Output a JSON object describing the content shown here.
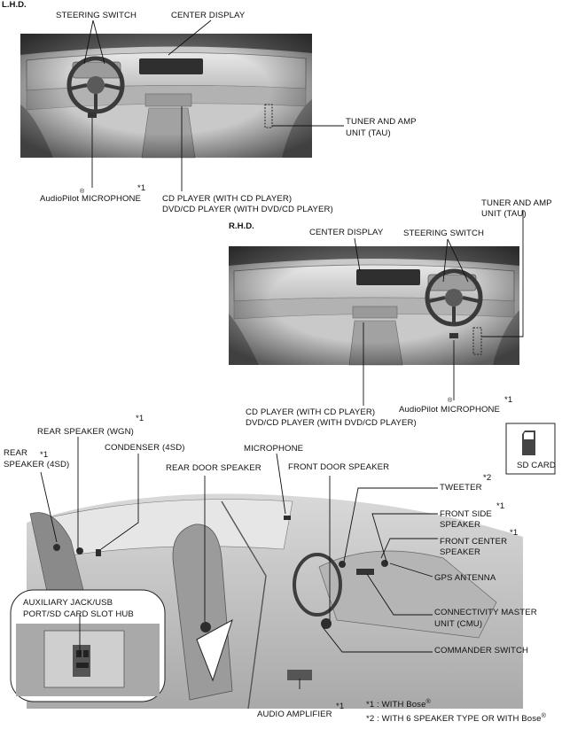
{
  "sections": {
    "lhd": "L.H.D.",
    "rhd": "R.H.D."
  },
  "labels": {
    "lhd_steering_switch": "STEERING SWITCH",
    "lhd_center_display": "CENTER DISPLAY",
    "lhd_tau_1": "TUNER AND AMP",
    "lhd_tau_2": "UNIT (TAU)",
    "lhd_audiopilot_a": "AudioPilot",
    "lhd_audiopilot_b": " MICROPHONE",
    "lhd_cd_1": "CD PLAYER (WITH CD PLAYER)",
    "lhd_cd_2": "DVD/CD PLAYER (WITH DVD/CD PLAYER)",
    "rhd_tau_1": "TUNER AND AMP",
    "rhd_tau_2": "UNIT (TAU)",
    "rhd_center_display": "CENTER DISPLAY",
    "rhd_steering_switch": "STEERING SWITCH",
    "rhd_cd_1": "CD PLAYER (WITH CD PLAYER)",
    "rhd_cd_2": "DVD/CD PLAYER (WITH DVD/CD PLAYER)",
    "rhd_audiopilot_a": "AudioPilot",
    "rhd_audiopilot_b": " MICROPHONE",
    "rear_speaker_wgn": "REAR SPEAKER (WGN)",
    "rear_speaker_4sd_1": "REAR",
    "rear_speaker_4sd_2": "SPEAKER (4SD)",
    "condenser": "CONDENSER (4SD)",
    "rear_door_speaker": "REAR DOOR SPEAKER",
    "microphone": "MICROPHONE",
    "front_door_speaker": "FRONT DOOR SPEAKER",
    "sd_card": "SD CARD",
    "tweeter": "TWEETER",
    "front_side_1": "FRONT SIDE",
    "front_side_2": "SPEAKER",
    "front_center_1": "FRONT CENTER",
    "front_center_2": "SPEAKER",
    "gps_antenna": "GPS ANTENNA",
    "cmu_1": "CONNECTIVITY MASTER",
    "cmu_2": "UNIT (CMU)",
    "aux_1": "AUXILIARY JACK/USB",
    "aux_2": "PORT/SD CARD SLOT HUB",
    "commander_switch": "COMMANDER SWITCH",
    "audio_amplifier": "AUDIO AMPLIFIER"
  },
  "marks": {
    "note1": "*1",
    "note2": "*2",
    "registered": "®"
  },
  "footnotes": {
    "fn1": "*1 : WITH Bose",
    "fn2": "*2 : WITH 6 SPEAKER TYPE OR WITH Bose"
  }
}
